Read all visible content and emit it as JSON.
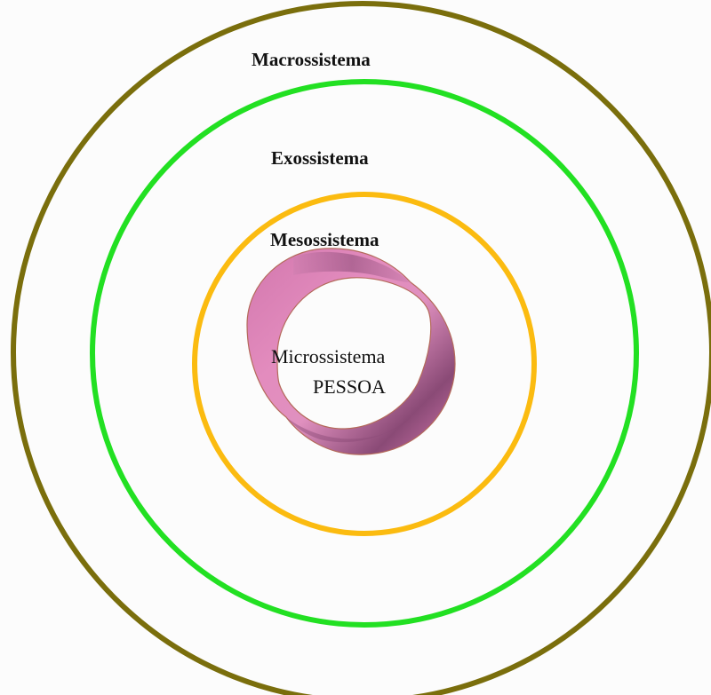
{
  "diagram": {
    "rings": [
      {
        "label": "Macrossistema",
        "color": "#7a6e0c"
      },
      {
        "label": "Exossistema",
        "color": "#22e022"
      },
      {
        "label": "Mesossistema",
        "color": "#fbbb10"
      }
    ],
    "core": {
      "label_line1": "Microssistema",
      "label_line2": "PESSOA",
      "color_light": "#e38cbe",
      "color_mid": "#d277ad",
      "color_dark": "#8a4a76",
      "outline": "#b46a5a"
    }
  }
}
